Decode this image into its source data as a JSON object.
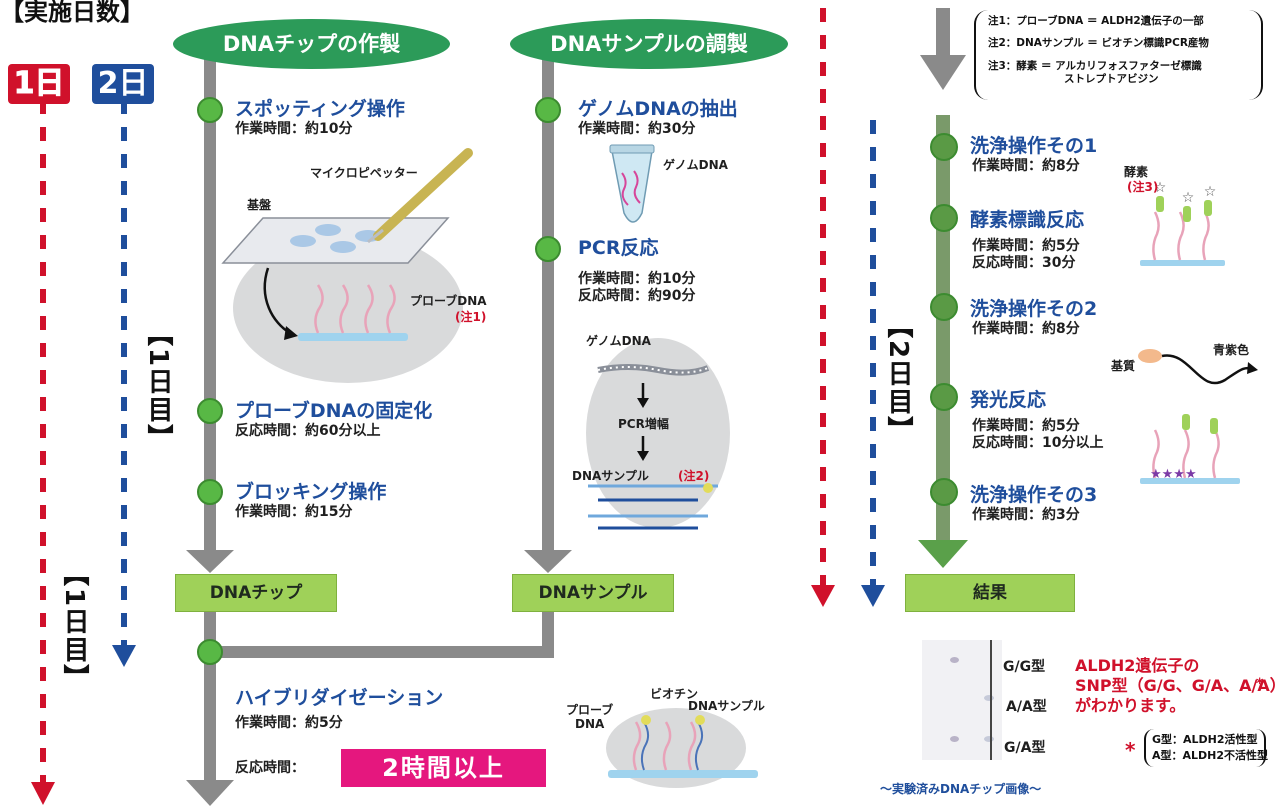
{
  "header": {
    "days_title": "【実施日数】",
    "day1_icon": "1日",
    "day2_icon": "2日"
  },
  "phase1": {
    "chip_pill": "DNAチップの作製",
    "sample_pill": "DNAサンプルの調製",
    "spotting": {
      "title": "スポッティング操作",
      "time": "作業時間：約10分"
    },
    "fix": {
      "title": "プローブDNAの固定化",
      "time": "反応時間：約60分以上"
    },
    "blocking": {
      "title": "ブロッキング操作",
      "time": "作業時間：約15分"
    },
    "genome": {
      "title": "ゲノムDNAの抽出",
      "time": "作業時間：約30分"
    },
    "pcr": {
      "title": "PCR反応",
      "time1": "作業時間：約10分",
      "time2": "反応時間：約90分"
    },
    "chip_box": "DNAチップ",
    "sample_box": "DNAサンプル",
    "hybrid": {
      "title": "ハイブリダイゼーション",
      "time": "作業時間：約5分",
      "reaction_label": "反応時間：",
      "reaction_value": "2時間以上"
    },
    "day_label_inner": "【1日目】",
    "day_label_outer": "【1日目】"
  },
  "illustration_labels": {
    "micropipette": "マイクロピペッター",
    "substrate_board": "基盤",
    "probe_dna": "プローブDNA",
    "note1": "(注1)",
    "genome_dna_tube": "ゲノムDNA",
    "genome_dna_pcr": "ゲノムDNA",
    "pcr_amp": "PCR増幅",
    "dna_sample": "DNAサンプル",
    "note2": "(注2)",
    "biotin": "ビオチン",
    "hyb_probe": "プローブ\nDNA",
    "hyb_sample": "DNAサンプル",
    "enzyme": "酵素",
    "note3": "(注3)",
    "substrate": "基質",
    "blue_purple": "青紫色"
  },
  "notes": [
    "注1：プローブDNA ＝ ALDH2遺伝子の一部",
    "注2：DNAサンプル ＝ ビオチン標識PCR産物",
    "注3：酵素 ＝ アルカリフォスファターゼ標識",
    "ストレプトアビジン"
  ],
  "phase2": {
    "wash1": {
      "title": "洗浄操作その1",
      "time": "作業時間：約8分"
    },
    "enzyme": {
      "title": "酵素標識反応",
      "time1": "作業時間：約5分",
      "time2": "反応時間：30分"
    },
    "wash2": {
      "title": "洗浄操作その2",
      "time": "作業時間：約8分"
    },
    "lum": {
      "title": "発光反応",
      "time1": "作業時間：約5分",
      "time2": "反応時間：10分以上"
    },
    "wash3": {
      "title": "洗浄操作その3",
      "time": "作業時間：約3分"
    },
    "result_box": "結果",
    "day_label": "【2日目】"
  },
  "result": {
    "genotypes": [
      "G/G型",
      "A/A型",
      "G/A型"
    ],
    "desc1": "ALDH2遺伝子の",
    "desc2": "SNP型（G/G、G/A、A/A）",
    "desc_star": "*",
    "desc3": "がわかります。",
    "footnote_star": "*",
    "footnote1": "G型：ALDH2活性型",
    "footnote2": "A型：ALDH2不活性型",
    "caption": "～実験済みDNAチップ画像～"
  },
  "colors": {
    "red_dash": "#d0112b",
    "blue_dash": "#1f4e9c",
    "pill": "#2c9b59",
    "box": "#9fd159",
    "pink": "#e5177e"
  }
}
